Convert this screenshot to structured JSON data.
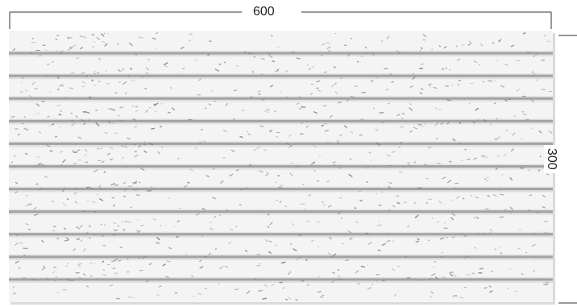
{
  "dimensions": {
    "width_label": "600",
    "height_label": "300"
  },
  "tile": {
    "groove_count": 11,
    "colors": {
      "surface": "#f3f4f3",
      "groove": "#9fa4a4",
      "speckle": "#7b8080"
    }
  }
}
